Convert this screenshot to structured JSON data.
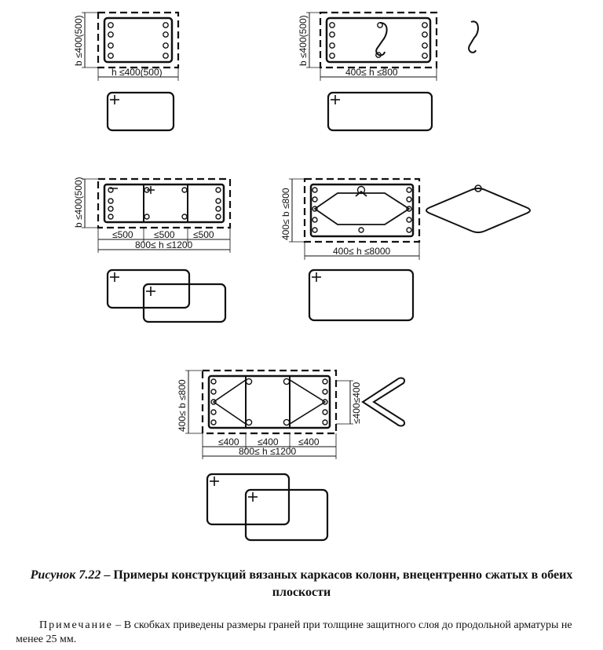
{
  "dimensions": {
    "d1_b": "b ≤400(500)",
    "d1_h": "h ≤400(500)",
    "d2_b": "b ≤400(500)",
    "d2_h": "400≤ h ≤800",
    "d3_b": "b ≤400(500)",
    "d3_s1": "≤500",
    "d3_s2": "≤500",
    "d3_s3": "≤500",
    "d3_h": "800≤ h ≤1200",
    "d4_b": "400≤ b ≤800",
    "d4_h": "400≤ h ≤8000",
    "d5_b": "400≤ b ≤800",
    "d5_s1": "≤400",
    "d5_s2": "≤400",
    "d5_s3": "≤400",
    "d5_h": "800≤ h ≤1200",
    "d5_side": "≤400≤400"
  },
  "caption": {
    "label": "Рисунок 7.22",
    "text": " – Примеры конструкций вязаных каркасов колонн, внецентренно сжатых в обеих плоскости"
  },
  "note": {
    "heading": "Примечание",
    "text": " – В скобках приведены размеры граней при толщине защитного слоя до продольной арматуры не менее 25 мм."
  }
}
